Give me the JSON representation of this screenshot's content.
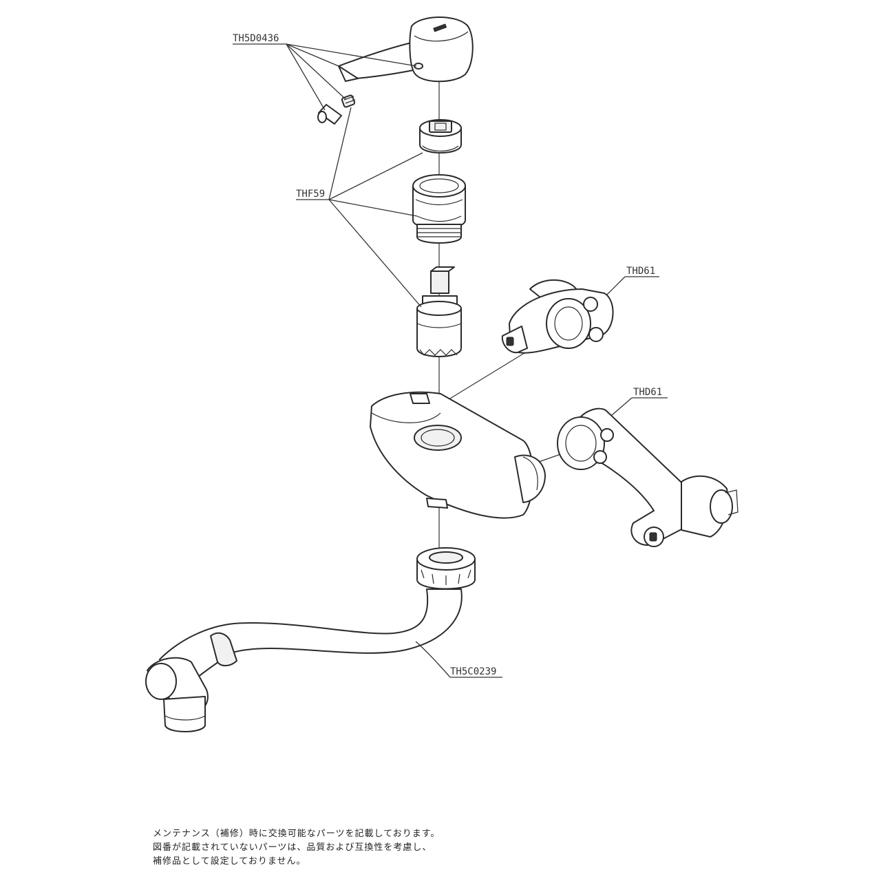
{
  "labels": {
    "lever_handle": "TH5D0436",
    "cartridge": "THF59",
    "elbow_upper": "THD61",
    "elbow_lower": "THD61",
    "spout": "TH5C0239"
  },
  "notes": [
    "メンテナンス（補修）時に交換可能なパーツを記載しております。",
    "図番が記載されていないパーツは、品質および互換性を考慮し、",
    "補修品として設定しておりません。"
  ]
}
